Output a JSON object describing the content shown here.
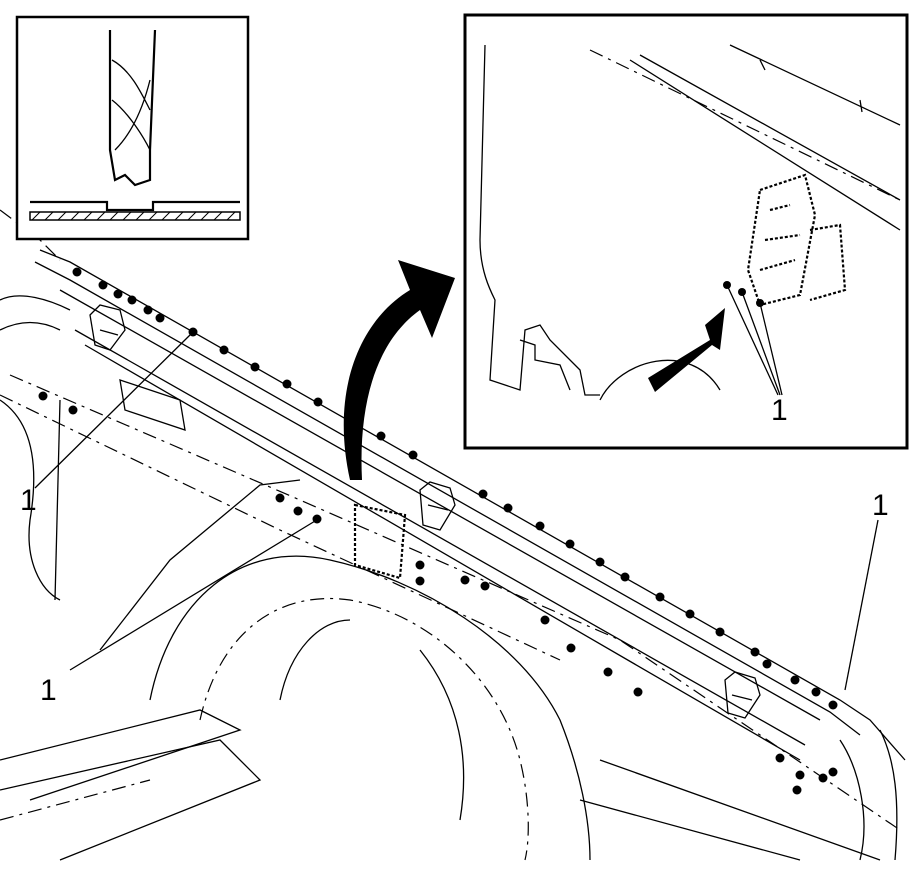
{
  "diagram": {
    "callouts": [
      {
        "label": "1"
      },
      {
        "label": "1"
      },
      {
        "label": "1"
      },
      {
        "label": "1"
      }
    ]
  }
}
